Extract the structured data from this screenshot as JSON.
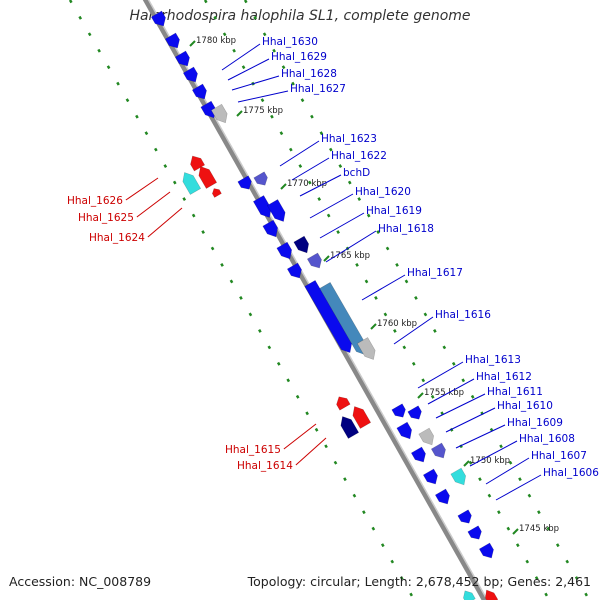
{
  "title": "Halorhodospira halophila SL1, complete genome",
  "accession": "Accession: NC_008789",
  "topology": "Topology: circular; Length: 2,678,452 bp; Genes: 2,461",
  "colors": {
    "forward": "#0000ee",
    "reverse": "#ee0000",
    "forward_label": "#0000cc",
    "reverse_label": "#cc0000",
    "ruler": "#228822",
    "backbone": "#888888"
  },
  "ruler_ticks": [
    "1780 kbp",
    "1775 kbp",
    "1770 kbp",
    "1765 kbp",
    "1760 kbp",
    "1755 kbp",
    "1750 kbp",
    "1745 kbp"
  ],
  "forward_genes": [
    "Hhal_1630",
    "Hhal_1629",
    "Hhal_1628",
    "Hhal_1627",
    "Hhal_1623",
    "Hhal_1622",
    "bchD",
    "Hhal_1620",
    "Hhal_1619",
    "Hhal_1618",
    "Hhal_1617",
    "Hhal_1616",
    "Hhal_1613",
    "Hhal_1612",
    "Hhal_1611",
    "Hhal_1610",
    "Hhal_1609",
    "Hhal_1608",
    "Hhal_1607",
    "Hhal_1606"
  ],
  "reverse_genes": [
    "Hhal_1626",
    "Hhal_1625",
    "Hhal_1624",
    "Hhal_1615",
    "Hhal_1614"
  ]
}
